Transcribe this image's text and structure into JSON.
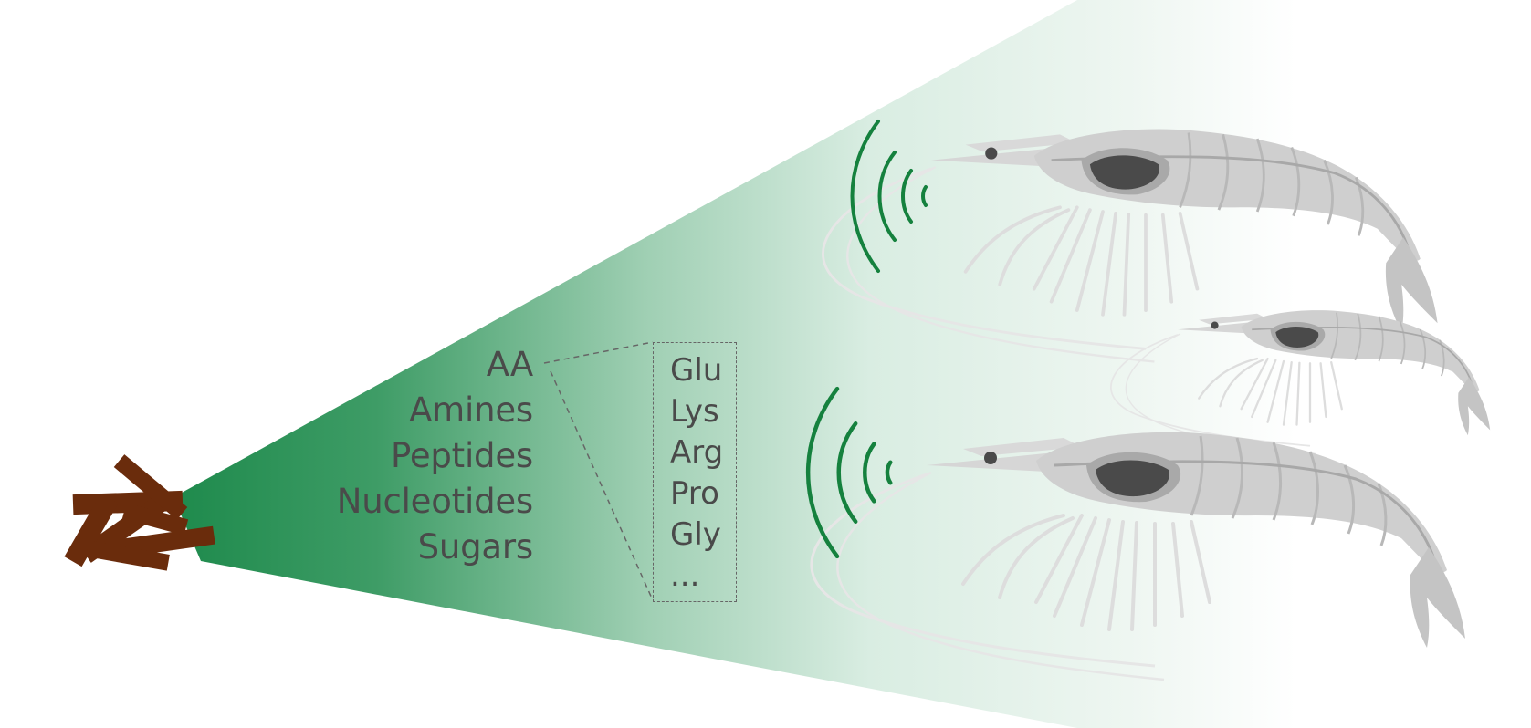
{
  "compound_classes": [
    {
      "label": "AA"
    },
    {
      "label": "Amines"
    },
    {
      "label": "Peptides"
    },
    {
      "label": "Nucleotides"
    },
    {
      "label": "Sugars"
    }
  ],
  "amino_acids": [
    {
      "label": "Glu"
    },
    {
      "label": "Lys"
    },
    {
      "label": "Arg"
    },
    {
      "label": "Pro"
    },
    {
      "label": "Gly"
    },
    {
      "label": "..."
    }
  ],
  "colors": {
    "plume_green": "#1e8a4c",
    "plume_light": "#d9ede2",
    "feed_brown": "#6a2c0c",
    "signal_green": "#15813e",
    "shrimp_body": "#cfcfcf",
    "shrimp_dark": "#4a4a4a",
    "text": "#4a4a4a"
  },
  "icons": {
    "feed": "feed-pellets-icon",
    "shrimp": "shrimp-icon",
    "signal": "chemosensory-signal-icon"
  }
}
